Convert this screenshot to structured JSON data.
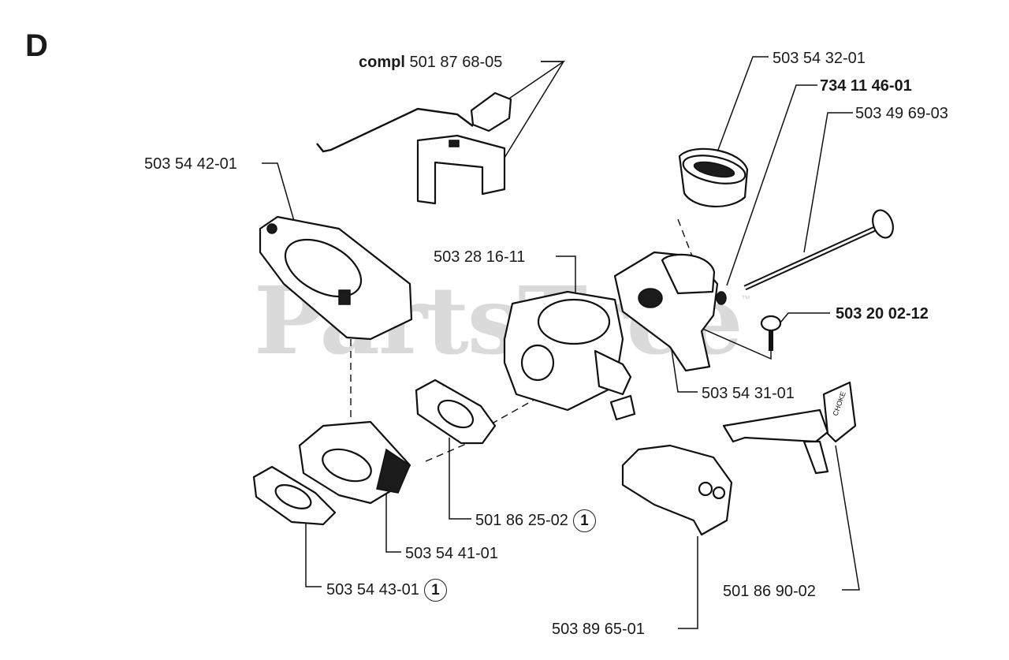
{
  "section_letter": "D",
  "watermark": {
    "text": "PartsTree",
    "trademark": "™"
  },
  "labels": {
    "wire_assembly": {
      "prefix": "compl",
      "number": "501 87 68-05"
    },
    "intake_flange": "503 54 42-01",
    "intake_boot": "503 54 32-01",
    "washer": "734 11 46-01",
    "long_bolt": "503 49 69-03",
    "carburetor": "503 28 16-11",
    "screw": "503 20 02-12",
    "adapter": "503 54 31-01",
    "gasket_carb": {
      "number": "501 86 25-02",
      "note": "1"
    },
    "spacer": "503 54 41-01",
    "gasket_outer": {
      "number": "503 54 43-01",
      "note": "1"
    },
    "choke_lever": "501 86 90-02",
    "air_block": "503 89 65-01"
  },
  "choke_text": "CHOKE"
}
